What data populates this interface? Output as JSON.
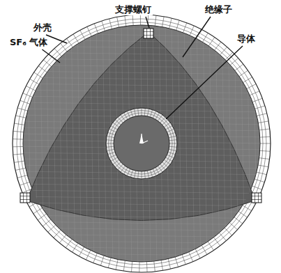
{
  "diagram": {
    "labels": [
      "支撑螺钉",
      "绝缘子",
      "外壳",
      "SF₆ 气体",
      "导体"
    ]
  }
}
